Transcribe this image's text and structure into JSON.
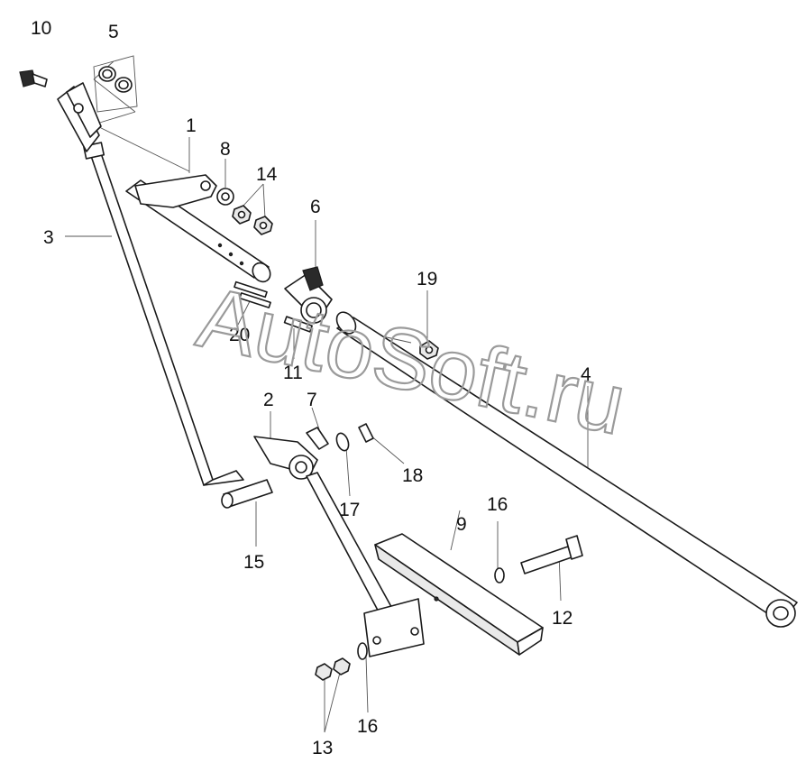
{
  "labels": [
    "10",
    "5",
    "1",
    "8",
    "14",
    "6",
    "3",
    "19",
    "20",
    "11",
    "4",
    "2",
    "7",
    "18",
    "17",
    "15",
    "16",
    "9",
    "12",
    "13"
  ],
  "watermark": "AutoSoft.ru",
  "colors": {
    "line": "#1a1a1a",
    "leader": "#555555",
    "watermark": "#9a9a9a"
  }
}
